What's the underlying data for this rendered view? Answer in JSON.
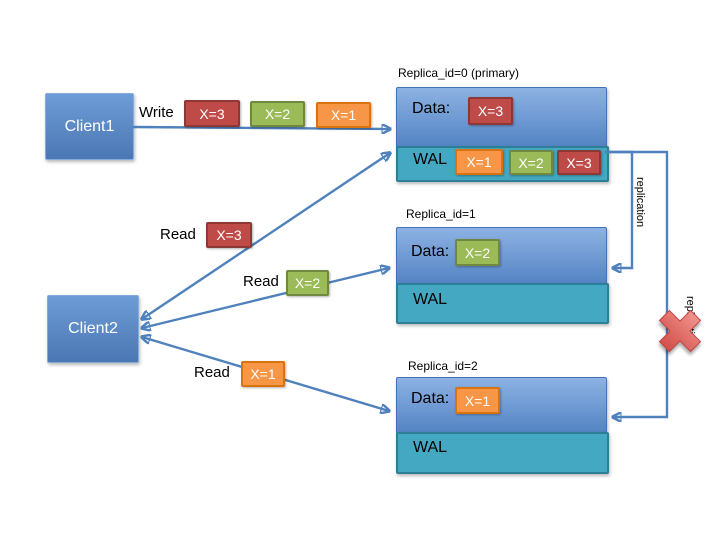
{
  "clients": [
    {
      "label": "Client1"
    },
    {
      "label": "Client2"
    }
  ],
  "write_flow": {
    "label": "Write",
    "badges": [
      {
        "text": "X=3",
        "color": "#BE4B48",
        "border": "#8E3836"
      },
      {
        "text": "X=2",
        "color": "#9BBB59",
        "border": "#71893F"
      },
      {
        "text": "X=1",
        "color": "#F79646",
        "border": "#D9730F"
      }
    ]
  },
  "read_flows": [
    {
      "label": "Read",
      "badge": {
        "text": "X=3",
        "color": "#BE4B48",
        "border": "#8E3836"
      }
    },
    {
      "label": "Read",
      "badge": {
        "text": "X=2",
        "color": "#9BBB59",
        "border": "#71893F"
      }
    },
    {
      "label": "Read",
      "badge": {
        "text": "X=1",
        "color": "#F79646",
        "border": "#D9730F"
      }
    }
  ],
  "replicas": [
    {
      "title": "Replica_id=0 (primary)",
      "data_label": "Data:",
      "data_badge": {
        "text": "X=3",
        "color": "#BE4B48",
        "border": "#8E3836"
      },
      "wal_label": "WAL",
      "wal_badges": [
        {
          "text": "X=1",
          "color": "#F79646",
          "border": "#D9730F"
        },
        {
          "text": "X=2",
          "color": "#9BBB59",
          "border": "#71893F"
        },
        {
          "text": "X=3",
          "color": "#BE4B48",
          "border": "#8E3836"
        }
      ]
    },
    {
      "title": "Replica_id=1",
      "data_label": "Data:",
      "data_badge": {
        "text": "X=2",
        "color": "#9BBB59",
        "border": "#71893F"
      },
      "wal_label": "WAL"
    },
    {
      "title": "Replica_id=2",
      "data_label": "Data:",
      "data_badge": {
        "text": "X=1",
        "color": "#F79646",
        "border": "#D9730F"
      },
      "wal_label": "WAL"
    }
  ],
  "replication": {
    "label_to_replica1": "replication",
    "label_to_replica2": "replication"
  },
  "palette": {
    "line": "#4F81BD",
    "client_box_top": "#6E9CD6",
    "client_box_bottom": "#4B78B4",
    "replica_box_top": "#8DB2E3",
    "replica_box_bottom": "#5383C4",
    "wal_fill": "#44A8C2",
    "wal_border": "#2C7F97",
    "failure_cross": "#DF5B56"
  }
}
